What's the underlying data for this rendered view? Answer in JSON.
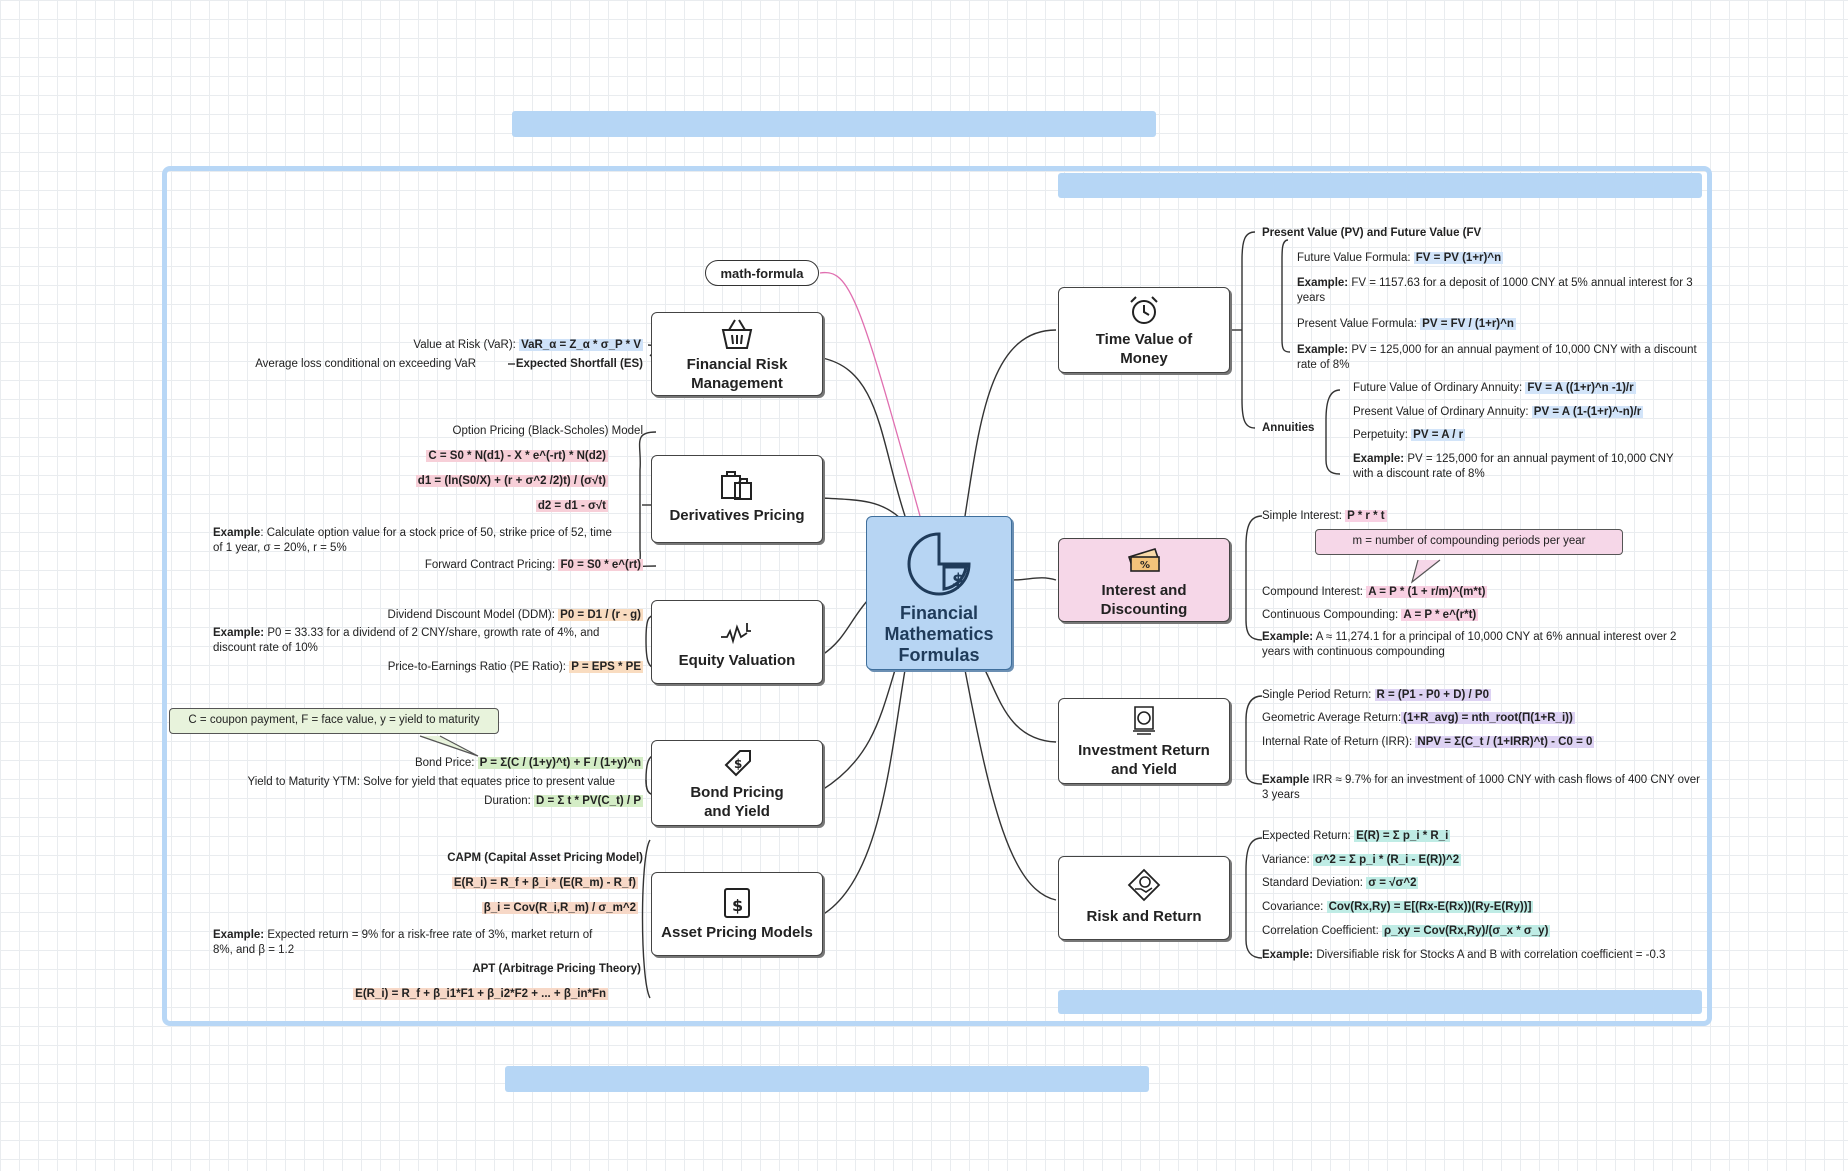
{
  "center": {
    "title": "Financial Mathematics Formulas",
    "icon": "dollar-pie-icon"
  },
  "tag": "math-formula",
  "left": {
    "risk": {
      "label": "Financial Risk Management",
      "icon": "basket-icon",
      "var_label": "Value at Risk (VaR): ",
      "var_formula": "VaR_α = Z_α * σ_P * V",
      "es_desc": "Average loss conditional on exceeding VaR",
      "es_label": "Expected Shortfall (ES)"
    },
    "deriv": {
      "label": "Derivatives Pricing",
      "icon": "shopping-bags-icon",
      "bs_label": "Option Pricing (Black-Scholes) Model",
      "f1": "C = S0 * N(d1) - X * e^(-rt) * N(d2)",
      "f2": "d1 = (ln(S0/X) + (r + σ^2 /2)t) / (σ√t)",
      "f3": "d2 = d1 - σ√t",
      "ex_bold": "Example",
      "ex_text": ": Calculate option value for a stock price of 50, strike price of 52, time of 1 year, σ = 20%, r = 5%",
      "fwd_label": "Forward Contract Pricing: ",
      "fwd_formula": "F0 = S0 * e^(rt)"
    },
    "equity": {
      "label": "Equity Valuation",
      "icon": "stock-line-icon",
      "ddm_label": "Dividend Discount Model (DDM): ",
      "ddm_formula": "P0 = D1 / (r - g)",
      "ex_bold": "Example:",
      "ex_text": " P0 = 33.33 for a dividend of 2 CNY/share, growth rate of 4%, and discount rate of 10%",
      "pe_label": "Price-to-Earnings Ratio (PE Ratio): ",
      "pe_formula": "P = EPS * PE"
    },
    "bond": {
      "label": "Bond Pricing and Yield",
      "icon": "money-tag-icon",
      "callout": "C = coupon payment, F = face value, y = yield to maturity",
      "price_label": "Bond Price: ",
      "price_formula": "P = Σ(C / (1+y)^t) + F / (1+y)^n",
      "ytm": "Yield to Maturity YTM: Solve for yield that equates price to present value",
      "dur_label": "Duration: ",
      "dur_formula": "D = Σ t * PV(C_t) / P"
    },
    "capm": {
      "label": "Asset Pricing Models",
      "icon": "dollar-doc-icon",
      "capm_label": "CAPM (Capital Asset Pricing Model)",
      "f1": "E(R_i) = R_f + β_i * (E(R_m) - R_f)",
      "f2": "β_i = Cov(R_i,R_m) / σ_m^2",
      "ex_bold": "Example:",
      "ex_text": " Expected return = 9% for a risk-free rate of 3%, market return of 8%, and β = 1.2",
      "apt_label": "APT (Arbitrage Pricing Theory)",
      "apt_formula": "E(R_i) = R_f + β_i1*F1 + β_i2*F2 + ... + β_in*Fn"
    }
  },
  "right": {
    "tvm": {
      "label": "Time Value of Money",
      "icon": "alarm-clock-icon",
      "pvfv_head": "Present Value (PV) and Future Value (FV",
      "fv_label": "Future Value Formula: ",
      "fv_formula": "FV = PV (1+r)^n",
      "ex1_bold": "Example:",
      "ex1_text": " FV = 1157.63 for a deposit of 1000 CNY at 5% annual interest for 3 years",
      "pv_label": "Present Value Formula: ",
      "pv_formula": "PV = FV / (1+r)^n",
      "ex2_bold": "Example:",
      "ex2_text": " PV = 125,000 for an annual payment of 10,000 CNY with a discount rate of 8%",
      "ann_head": "Annuities",
      "a1_label": "Future Value of Ordinary Annuity: ",
      "a1_formula": "FV = A  ((1+r)^n -1)/r",
      "a2_label": "Present Value of Ordinary Annuity: ",
      "a2_formula": "PV = A  (1-(1+r)^-n)/r",
      "a3_label": "Perpetuity: ",
      "a3_formula": "PV = A / r",
      "a4_bold": "Example:",
      "a4_text": " PV = 125,000 for an annual payment of 10,000 CNY with a discount rate of 8%"
    },
    "interest": {
      "label": "Interest and Discounting",
      "icon": "percent-ticket-icon",
      "simple_label": "Simple Interest: ",
      "simple_formula": "P * r * t",
      "callout": "m = number of compounding periods per year",
      "comp_label": "Compound Interest: ",
      "comp_formula": "A = P * (1 + r/m)^(m*t)",
      "cont_label": "Continuous Compounding: ",
      "cont_formula": "A = P * e^(r*t)",
      "ex_bold": "Example:",
      "ex_text": " A ≈ 11,274.1 for a principal of 10,000 CNY at 6% annual interest over 2 years with continuous compounding"
    },
    "invest": {
      "label": "Investment Return and Yield",
      "icon": "coin-scroll-icon",
      "spr_label": "Single Period Return: ",
      "spr_formula": "R = (P1 - P0 + D) / P0",
      "geo_label": "Geometric Average Return:",
      "geo_formula": "(1+R_avg) = nth_root(Π(1+R_i))",
      "irr_label": "Internal Rate of Return (IRR): ",
      "irr_formula": "NPV = Σ(C_t / (1+IRR)^t) - C0 = 0",
      "ex_bold": "Example",
      "ex_text": " IRR ≈ 9.7% for an investment of 1000 CNY with cash flows of 400 CNY over 3 years"
    },
    "riskret": {
      "label": "Risk and Return",
      "icon": "hand-coin-icon",
      "er_label": "Expected Return: ",
      "er_formula": "E(R) = Σ p_i * R_i",
      "var_label": "Variance: ",
      "var_formula": "σ^2 = Σ p_i * (R_i - E(R))^2",
      "sd_label": "Standard Deviation: ",
      "sd_formula": "σ = √σ^2",
      "cov_label": "Covariance: ",
      "cov_formula": "Cov(Rx,Ry) = E[(Rx-E(Rx))(Ry-E(Ry))]",
      "corr_label": "Correlation Coefficient: ",
      "corr_formula": "ρ_xy = Cov(Rx,Ry)/(σ_x * σ_y)",
      "ex_bold": "Example:",
      "ex_text": " Diversifiable risk for Stocks A and B with correlation coefficient = -0.3"
    }
  },
  "colors": {
    "frame": "#b8d7f6",
    "center": "#b7d5f3",
    "interest_node": "#f6d7e8"
  }
}
